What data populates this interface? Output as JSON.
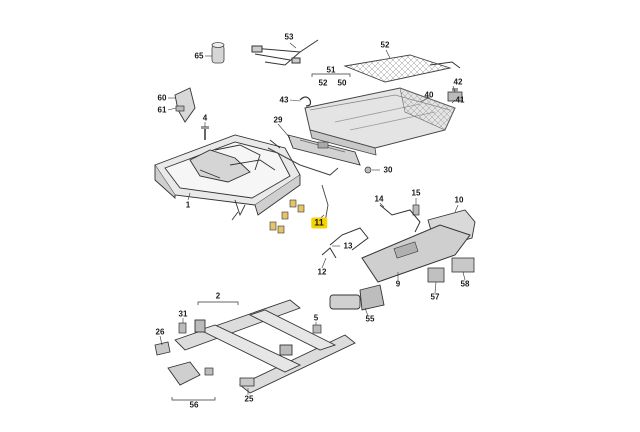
{
  "diagram": {
    "highlight_color": "#f5d300",
    "callouts": [
      {
        "id": "65",
        "text": "65"
      },
      {
        "id": "53",
        "text": "53"
      },
      {
        "id": "52",
        "text": "52"
      },
      {
        "id": "51",
        "text": "51"
      },
      {
        "id": "52b",
        "text": "52"
      },
      {
        "id": "50",
        "text": "50"
      },
      {
        "id": "42",
        "text": "42"
      },
      {
        "id": "43",
        "text": "43"
      },
      {
        "id": "40",
        "text": "40"
      },
      {
        "id": "41",
        "text": "41"
      },
      {
        "id": "60",
        "text": "60"
      },
      {
        "id": "61",
        "text": "61"
      },
      {
        "id": "4",
        "text": "4"
      },
      {
        "id": "29",
        "text": "29"
      },
      {
        "id": "30",
        "text": "30"
      },
      {
        "id": "1",
        "text": "1"
      },
      {
        "id": "11",
        "text": "11",
        "highlight": true
      },
      {
        "id": "15",
        "text": "15"
      },
      {
        "id": "10",
        "text": "10"
      },
      {
        "id": "14",
        "text": "14"
      },
      {
        "id": "13",
        "text": "13"
      },
      {
        "id": "12",
        "text": "12"
      },
      {
        "id": "9",
        "text": "9"
      },
      {
        "id": "57",
        "text": "57"
      },
      {
        "id": "58",
        "text": "58"
      },
      {
        "id": "2",
        "text": "2"
      },
      {
        "id": "31",
        "text": "31"
      },
      {
        "id": "26",
        "text": "26"
      },
      {
        "id": "5",
        "text": "5"
      },
      {
        "id": "55",
        "text": "55"
      },
      {
        "id": "56",
        "text": "56"
      },
      {
        "id": "25",
        "text": "25"
      }
    ]
  }
}
